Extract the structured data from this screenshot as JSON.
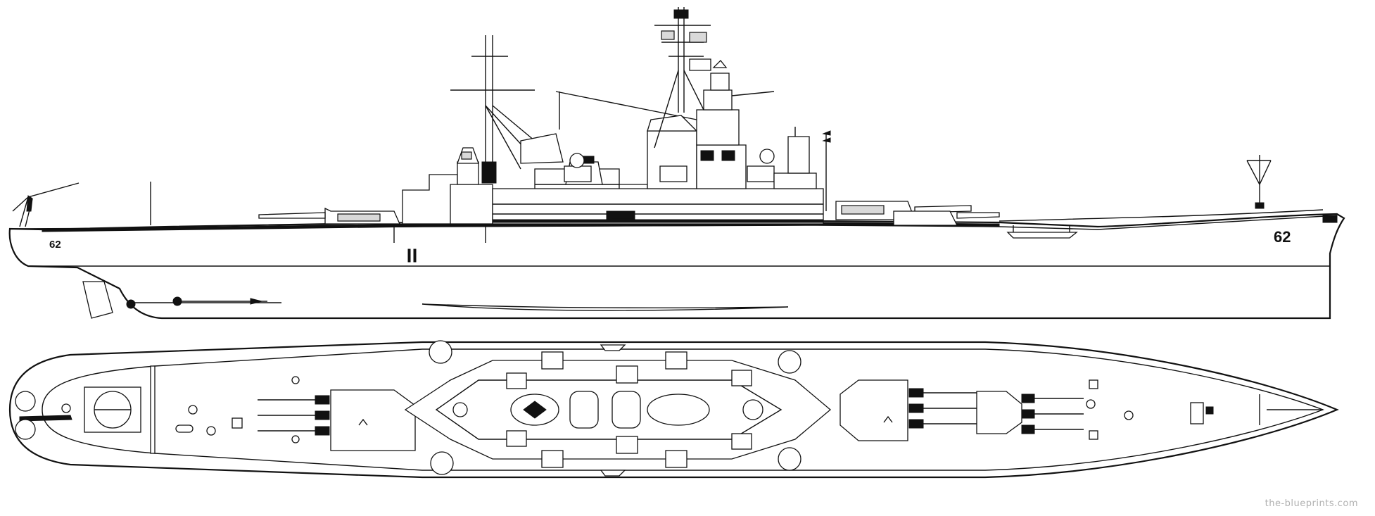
{
  "side_view": {
    "hull_number_stern": "62",
    "hull_number_bow": "62"
  },
  "watermark": "the-blueprints.com"
}
